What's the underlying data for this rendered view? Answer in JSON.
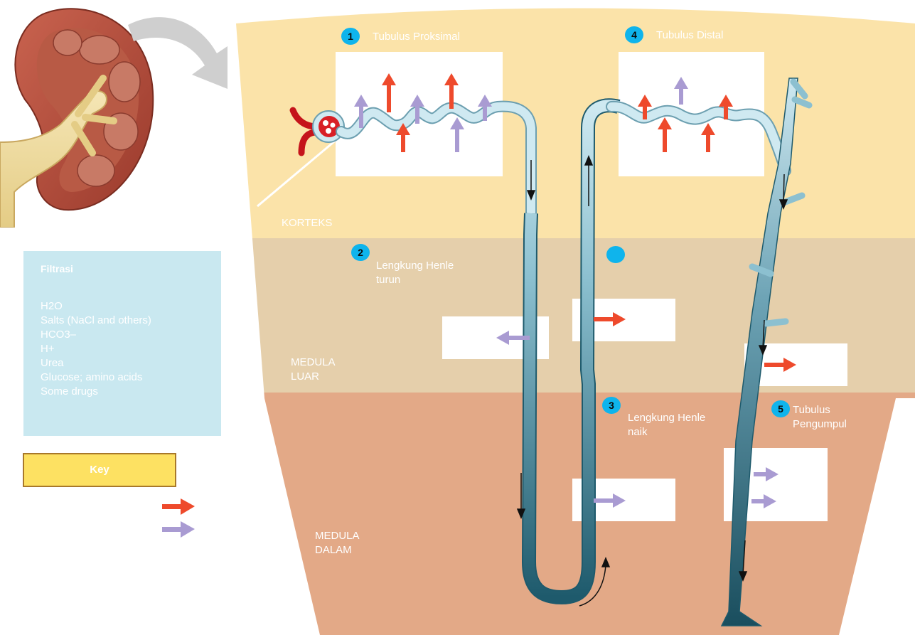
{
  "zones": {
    "cortex": "KORTEKS",
    "outer_medulla": "MEDULA\nLUAR",
    "inner_medulla": "MEDULA\nDALAM"
  },
  "steps": [
    {
      "number": "1",
      "title": "Tubulus Proksimal"
    },
    {
      "number": "2",
      "title": "Lengkung Henle\n turun"
    },
    {
      "number": "3",
      "title": "Lengkung Henle\nnaik"
    },
    {
      "number": "4",
      "title": "Tubulus Distal"
    },
    {
      "number": "5",
      "title": "Tubulus\nPengumpul"
    }
  ],
  "filtration": {
    "heading": "Filtrasi",
    "items": [
      "H2O",
      "Salts (NaCl and others)",
      "HCO3–",
      "H+",
      "Urea",
      "Glucose; amino acids",
      "Some drugs"
    ]
  },
  "key": {
    "label": "Key"
  },
  "colors": {
    "cortex": "#fbe3a9",
    "outer_medulla": "#e5cfab",
    "inner_medulla": "#e3a987",
    "badge": "#0fb4ec",
    "arrow_red": "#ee4a2c",
    "arrow_purple": "#a99bd2",
    "tubule_light": "#cfe9f1",
    "tubule_dark": "#1e5a6c"
  }
}
